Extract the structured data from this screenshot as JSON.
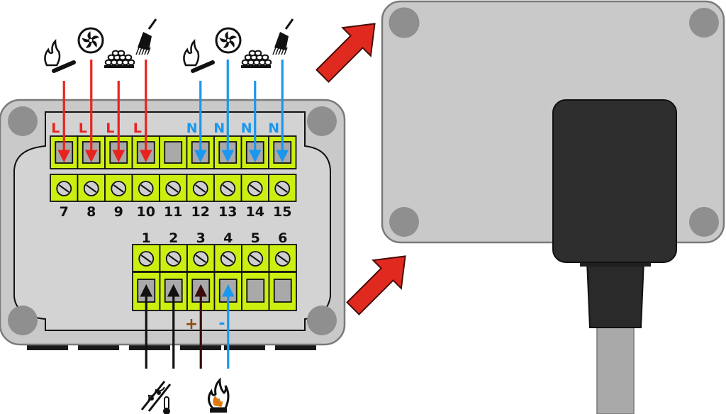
{
  "colors": {
    "box": "#c9c9c9",
    "panel": "#d3d3d3",
    "terminal": "#ccee11",
    "line_red": "#e8231e",
    "line_blue": "#1a97ee",
    "line_black": "#111111",
    "line_brown": "#3a0d0d",
    "arrow_red": "#e02a20",
    "plug": "#2a2a2a",
    "cable": "#a9a9a9"
  },
  "top_block": {
    "terminal_numbers": [
      "7",
      "8",
      "9",
      "10",
      "11",
      "12",
      "13",
      "14",
      "15"
    ],
    "phase_labels": [
      "L",
      "L",
      "L",
      "L",
      "N",
      "N",
      "N",
      "N"
    ],
    "phase_icons": [
      "burner-icon",
      "fan-icon",
      "pellets-icon",
      "cleaning-brush-icon",
      "burner-icon",
      "fan-icon",
      "pellets-icon",
      "cleaning-brush-icon"
    ]
  },
  "bottom_block": {
    "terminal_numbers": [
      "1",
      "2",
      "3",
      "4",
      "5",
      "6"
    ],
    "polarity_plus": "+",
    "polarity_minus": "-",
    "sensor_icons": [
      "boiler-temperature-sensor-icon",
      "flame-sensor-icon"
    ]
  }
}
